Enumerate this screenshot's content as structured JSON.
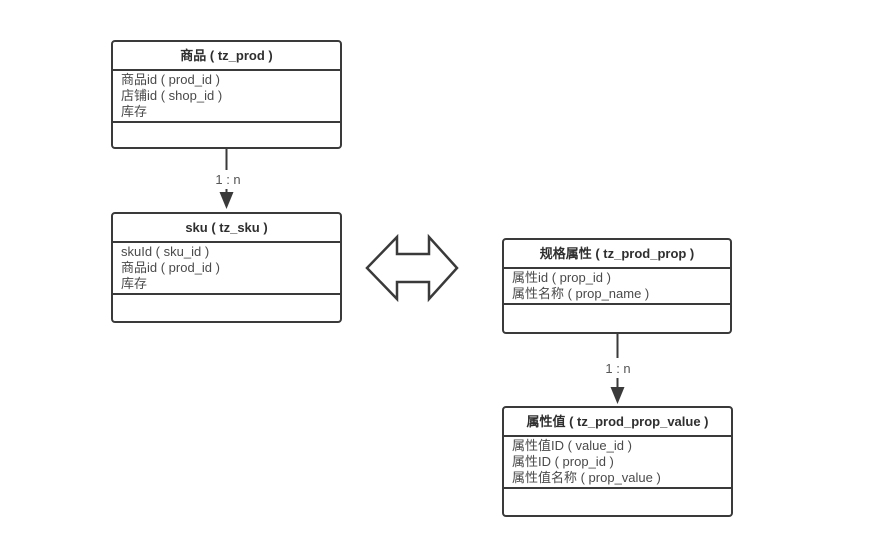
{
  "colors": {
    "background": "#ffffff",
    "line": "#3a3a3a",
    "text": "#4a4a4a",
    "label": "#555555"
  },
  "entities": [
    {
      "title": "商品 ( tz_prod )",
      "fields": [
        "商品id ( prod_id )",
        "店铺id ( shop_id )",
        "库存"
      ]
    },
    {
      "title": "sku ( tz_sku )",
      "fields": [
        "skuId ( sku_id )",
        "商品id ( prod_id )",
        "库存"
      ]
    },
    {
      "title": "规格属性 ( tz_prod_prop )",
      "fields": [
        "属性id ( prop_id )",
        "属性名称 ( prop_name )"
      ]
    },
    {
      "title": "属性值 ( tz_prod_prop_value )",
      "fields": [
        "属性值ID ( value_id )",
        "属性ID ( prop_id )",
        "属性值名称 ( prop_value )"
      ]
    }
  ],
  "relations": [
    {
      "from": "商品 ( tz_prod )",
      "to": "sku ( tz_sku )",
      "label": "1 : n"
    },
    {
      "from": "规格属性 ( tz_prod_prop )",
      "to": "属性值 ( tz_prod_prop_value )",
      "label": "1 : n"
    }
  ],
  "connector": {
    "type": "double-horizontal-arrow",
    "between": [
      "sku ( tz_sku )",
      "规格属性 ( tz_prod_prop )"
    ]
  }
}
